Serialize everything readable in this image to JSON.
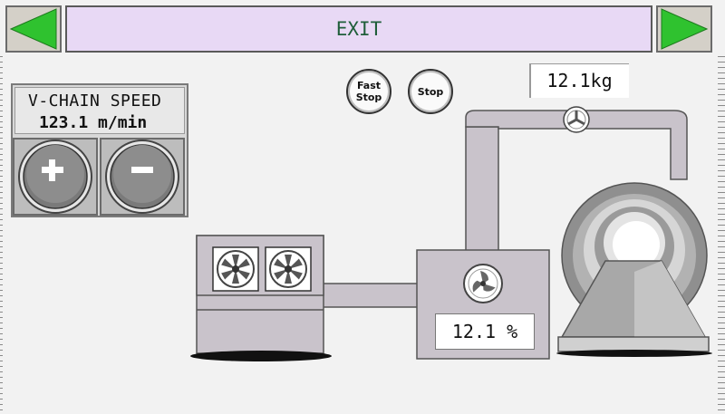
{
  "header": {
    "exit_label": "EXIT",
    "prev_icon": "arrow-left-icon",
    "next_icon": "arrow-right-icon",
    "arrow_color": "#2fc22f"
  },
  "speed_panel": {
    "title": "V-CHAIN SPEED",
    "value": "123.1 m/min",
    "increase_icon": "plus-icon",
    "decrease_icon": "minus-icon"
  },
  "controls": {
    "fast_stop_line1": "Fast",
    "fast_stop_line2": "Stop",
    "stop_label": "Stop"
  },
  "readouts": {
    "weight": "12.1kg",
    "percent": "12.1 %"
  },
  "equipment": {
    "icons": [
      "fan-icon",
      "fan-icon",
      "fan-icon",
      "valve-icon",
      "hopper-icon",
      "cyclone-icon"
    ]
  }
}
